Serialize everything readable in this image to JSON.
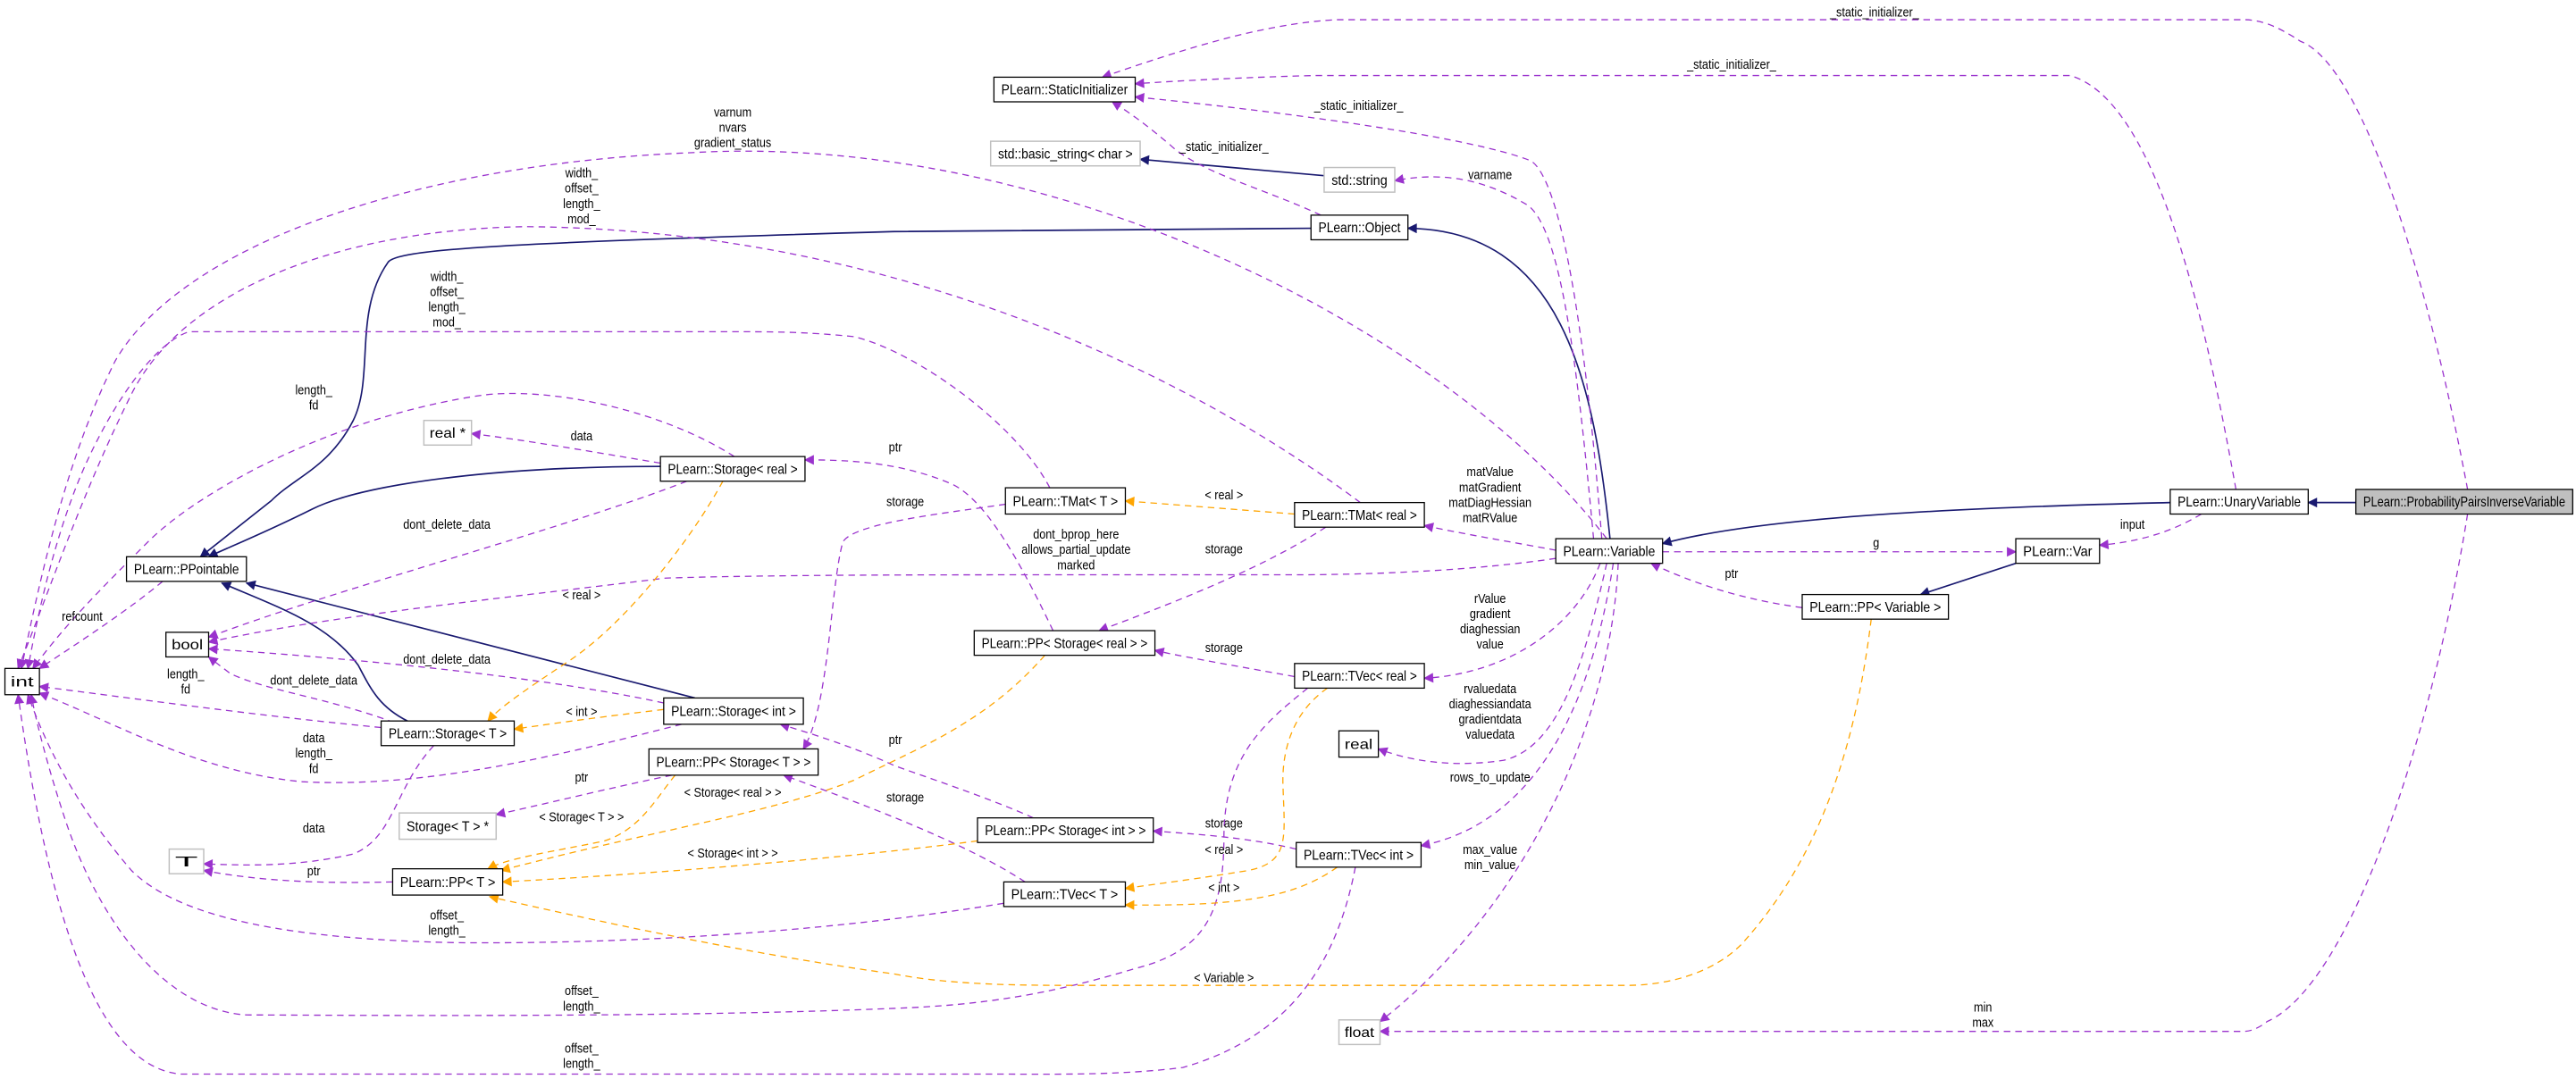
{
  "colors": {
    "inheritance": "#191970",
    "usage": "#9a32cd",
    "template": "#ffa500",
    "focus_fill": "#bfbfbf",
    "external_border": "#bfbfbf"
  },
  "nodes": [
    {
      "id": "si",
      "label": "PLearn::StaticInitializer",
      "kind": "normal"
    },
    {
      "id": "bstr",
      "label": "std::basic_string< char >",
      "kind": "external"
    },
    {
      "id": "str",
      "label": "std::string",
      "kind": "external"
    },
    {
      "id": "obj",
      "label": "PLearn::Object",
      "kind": "normal"
    },
    {
      "id": "ppt",
      "label": "PLearn::PPointable",
      "kind": "normal"
    },
    {
      "id": "realp",
      "label": "real *",
      "kind": "external"
    },
    {
      "id": "sreal",
      "label": "PLearn::Storage< real >",
      "kind": "normal"
    },
    {
      "id": "tmatT",
      "label": "PLearn::TMat< T >",
      "kind": "normal"
    },
    {
      "id": "tmatr",
      "label": "PLearn::TMat< real >",
      "kind": "normal"
    },
    {
      "id": "var",
      "label": "PLearn::Variable",
      "kind": "normal"
    },
    {
      "id": "unary",
      "label": "PLearn::UnaryVariable",
      "kind": "normal"
    },
    {
      "id": "ppiv",
      "label": "PLearn::ProbabilityPairsInverseVariable",
      "kind": "focus"
    },
    {
      "id": "Var",
      "label": "PLearn::Var",
      "kind": "normal"
    },
    {
      "id": "bool",
      "label": "bool",
      "kind": "normal"
    },
    {
      "id": "int",
      "label": "int",
      "kind": "normal"
    },
    {
      "id": "ppsr",
      "label": "PLearn::PP< Storage< real > >",
      "kind": "normal"
    },
    {
      "id": "tvr",
      "label": "PLearn::TVec< real >",
      "kind": "normal"
    },
    {
      "id": "ppv",
      "label": "PLearn::PP< Variable >",
      "kind": "normal"
    },
    {
      "id": "sint",
      "label": "PLearn::Storage< int >",
      "kind": "normal"
    },
    {
      "id": "sT",
      "label": "PLearn::Storage< T >",
      "kind": "normal"
    },
    {
      "id": "ppsT",
      "label": "PLearn::PP< Storage< T > >",
      "kind": "normal"
    },
    {
      "id": "real",
      "label": "real",
      "kind": "normal"
    },
    {
      "id": "sTp",
      "label": "Storage< T > *",
      "kind": "external"
    },
    {
      "id": "T",
      "label": "T",
      "kind": "external"
    },
    {
      "id": "ppsi",
      "label": "PLearn::PP< Storage< int > >",
      "kind": "normal"
    },
    {
      "id": "ppT",
      "label": "PLearn::PP< T >",
      "kind": "normal"
    },
    {
      "id": "tvi",
      "label": "PLearn::TVec< int >",
      "kind": "normal"
    },
    {
      "id": "tvT",
      "label": "PLearn::TVec< T >",
      "kind": "normal"
    },
    {
      "id": "float",
      "label": "float",
      "kind": "external"
    }
  ],
  "edges": [
    {
      "id": "N1",
      "from": "ppiv",
      "to": "unary",
      "type": "inheritance",
      "label": []
    },
    {
      "id": "N2",
      "from": "unary",
      "to": "var",
      "type": "inheritance",
      "label": []
    },
    {
      "id": "N3",
      "from": "var",
      "to": "obj",
      "type": "inheritance",
      "label": []
    },
    {
      "id": "N4",
      "from": "obj",
      "to": "ppt",
      "type": "inheritance",
      "label": []
    },
    {
      "id": "N5",
      "from": "sreal",
      "to": "ppt",
      "type": "inheritance",
      "label": []
    },
    {
      "id": "N6",
      "from": "sint",
      "to": "ppt",
      "type": "inheritance",
      "label": []
    },
    {
      "id": "N7",
      "from": "sT",
      "to": "ppt",
      "type": "inheritance",
      "label": []
    },
    {
      "id": "N8",
      "from": "str",
      "to": "bstr",
      "type": "inheritance",
      "label": []
    },
    {
      "id": "N9",
      "from": "Var",
      "to": "ppv",
      "type": "inheritance",
      "label": []
    },
    {
      "id": "P1",
      "from": "ppiv",
      "to": "si",
      "type": "usage",
      "label": [
        "_static_initializer_"
      ]
    },
    {
      "id": "P2",
      "from": "unary",
      "to": "si",
      "type": "usage",
      "label": [
        "_static_initializer_"
      ]
    },
    {
      "id": "P3",
      "from": "var",
      "to": "si",
      "type": "usage",
      "label": [
        "_static_initializer_"
      ]
    },
    {
      "id": "P4",
      "from": "obj",
      "to": "si",
      "type": "usage",
      "label": [
        "_static_initializer_"
      ]
    },
    {
      "id": "P5",
      "from": "var",
      "to": "str",
      "type": "usage",
      "label": [
        "varname"
      ]
    },
    {
      "id": "P6",
      "from": "var",
      "to": "int",
      "type": "usage",
      "label": [
        "varnum",
        "nvars",
        "gradient_status"
      ]
    },
    {
      "id": "P7",
      "from": "tmatr",
      "to": "int",
      "type": "usage",
      "label": [
        "width_",
        "offset_",
        "length_",
        "mod_"
      ]
    },
    {
      "id": "P8",
      "from": "tmatT",
      "to": "int",
      "type": "usage",
      "label": [
        "width_",
        "offset_",
        "length_",
        "mod_"
      ]
    },
    {
      "id": "P9",
      "from": "sreal",
      "to": "int",
      "type": "usage",
      "label": [
        "length_",
        "fd"
      ]
    },
    {
      "id": "P10",
      "from": "sreal",
      "to": "realp",
      "type": "usage",
      "label": [
        "data"
      ]
    },
    {
      "id": "P11",
      "from": "sreal",
      "to": "bool",
      "type": "usage",
      "label": [
        "dont_delete_data"
      ]
    },
    {
      "id": "P12",
      "from": "ppt",
      "to": "int",
      "type": "usage",
      "label": [
        "refcount"
      ]
    },
    {
      "id": "P13",
      "from": "var",
      "to": "bool",
      "type": "usage",
      "label": [
        "dont_bprop_here",
        "allows_partial_update",
        "marked"
      ]
    },
    {
      "id": "P14",
      "from": "sint",
      "to": "bool",
      "type": "usage",
      "label": [
        "dont_delete_data"
      ]
    },
    {
      "id": "P15",
      "from": "sT",
      "to": "bool",
      "type": "usage",
      "label": [
        "dont_delete_data"
      ]
    },
    {
      "id": "P15b",
      "from": "sT",
      "to": "int",
      "type": "usage",
      "label": [
        "length_",
        "fd"
      ]
    },
    {
      "id": "P16",
      "from": "sint",
      "to": "int",
      "type": "usage",
      "label": [
        "data",
        "length_",
        "fd"
      ]
    },
    {
      "id": "P17",
      "from": "sT",
      "to": "T",
      "type": "usage",
      "label": [
        "data"
      ]
    },
    {
      "id": "P18",
      "from": "ppT",
      "to": "T",
      "type": "usage",
      "label": [
        "ptr"
      ]
    },
    {
      "id": "P19",
      "from": "ppsT",
      "to": "sTp",
      "type": "usage",
      "label": [
        "ptr"
      ]
    },
    {
      "id": "P20",
      "from": "ppsr",
      "to": "sreal",
      "type": "usage",
      "label": [
        "ptr"
      ]
    },
    {
      "id": "P21",
      "from": "tmatr",
      "to": "ppsr",
      "type": "usage",
      "label": [
        "storage"
      ]
    },
    {
      "id": "P22",
      "from": "tmatT",
      "to": "ppsT",
      "type": "usage",
      "label": [
        "storage"
      ]
    },
    {
      "id": "P23",
      "from": "tvr",
      "to": "ppsr",
      "type": "usage",
      "label": [
        "storage"
      ]
    },
    {
      "id": "P24",
      "from": "var",
      "to": "tmatr",
      "type": "usage",
      "label": [
        "matValue",
        "matGradient",
        "matDiagHessian",
        "matRValue"
      ]
    },
    {
      "id": "P25",
      "from": "var",
      "to": "tvr",
      "type": "usage",
      "label": [
        "rValue",
        "gradient",
        "diaghessian",
        "value"
      ]
    },
    {
      "id": "P26",
      "from": "var",
      "to": "real",
      "type": "usage",
      "label": [
        "rvaluedata",
        "diaghessiandata",
        "gradientdata",
        "valuedata"
      ]
    },
    {
      "id": "P27",
      "from": "var",
      "to": "tvi",
      "type": "usage",
      "label": [
        "rows_to_update"
      ]
    },
    {
      "id": "P28",
      "from": "var",
      "to": "float",
      "type": "usage",
      "label": [
        "max_value",
        "min_value"
      ]
    },
    {
      "id": "P29",
      "from": "ppiv",
      "to": "float",
      "type": "usage",
      "label": [
        "min",
        "max"
      ]
    },
    {
      "id": "P30",
      "from": "var",
      "to": "Var",
      "type": "usage",
      "label": [
        "g"
      ]
    },
    {
      "id": "P31",
      "from": "unary",
      "to": "Var",
      "type": "usage",
      "label": [
        "input"
      ]
    },
    {
      "id": "P32",
      "from": "ppv",
      "to": "var",
      "type": "usage",
      "label": [
        "ptr"
      ]
    },
    {
      "id": "P33",
      "from": "ppsi",
      "to": "sint",
      "type": "usage",
      "label": [
        "ptr"
      ]
    },
    {
      "id": "P34",
      "from": "tvT",
      "to": "ppsT",
      "type": "usage",
      "label": [
        "storage"
      ]
    },
    {
      "id": "P35",
      "from": "tvi",
      "to": "ppsi",
      "type": "usage",
      "label": [
        "storage"
      ]
    },
    {
      "id": "P36",
      "from": "tvT",
      "to": "int",
      "type": "usage",
      "label": [
        "offset_",
        "length_"
      ]
    },
    {
      "id": "P37",
      "from": "tvr",
      "to": "int",
      "type": "usage",
      "label": [
        "offset_",
        "length_"
      ]
    },
    {
      "id": "P38",
      "from": "tvi",
      "to": "int",
      "type": "usage",
      "label": [
        "offset_",
        "length_"
      ]
    },
    {
      "id": "O1",
      "from": "tmatr",
      "to": "tmatT",
      "type": "template",
      "label": [
        "< real >"
      ]
    },
    {
      "id": "O2",
      "from": "sreal",
      "to": "sT",
      "type": "template",
      "label": [
        "< real >"
      ]
    },
    {
      "id": "O3",
      "from": "sint",
      "to": "sT",
      "type": "template",
      "label": [
        "< int >"
      ]
    },
    {
      "id": "O4",
      "from": "ppsr",
      "to": "ppT",
      "type": "template",
      "label": [
        "< Storage< real > >"
      ]
    },
    {
      "id": "O5",
      "from": "ppsT",
      "to": "ppT",
      "type": "template",
      "label": [
        "< Storage< T > >"
      ]
    },
    {
      "id": "O6",
      "from": "ppsi",
      "to": "ppT",
      "type": "template",
      "label": [
        "< Storage< int > >"
      ]
    },
    {
      "id": "O7",
      "from": "tvr",
      "to": "tvT",
      "type": "template",
      "label": [
        "< real >"
      ]
    },
    {
      "id": "O8",
      "from": "tvi",
      "to": "tvT",
      "type": "template",
      "label": [
        "< int >"
      ]
    },
    {
      "id": "O9",
      "from": "ppv",
      "to": "ppT",
      "type": "template",
      "label": [
        "< Variable >"
      ]
    }
  ]
}
